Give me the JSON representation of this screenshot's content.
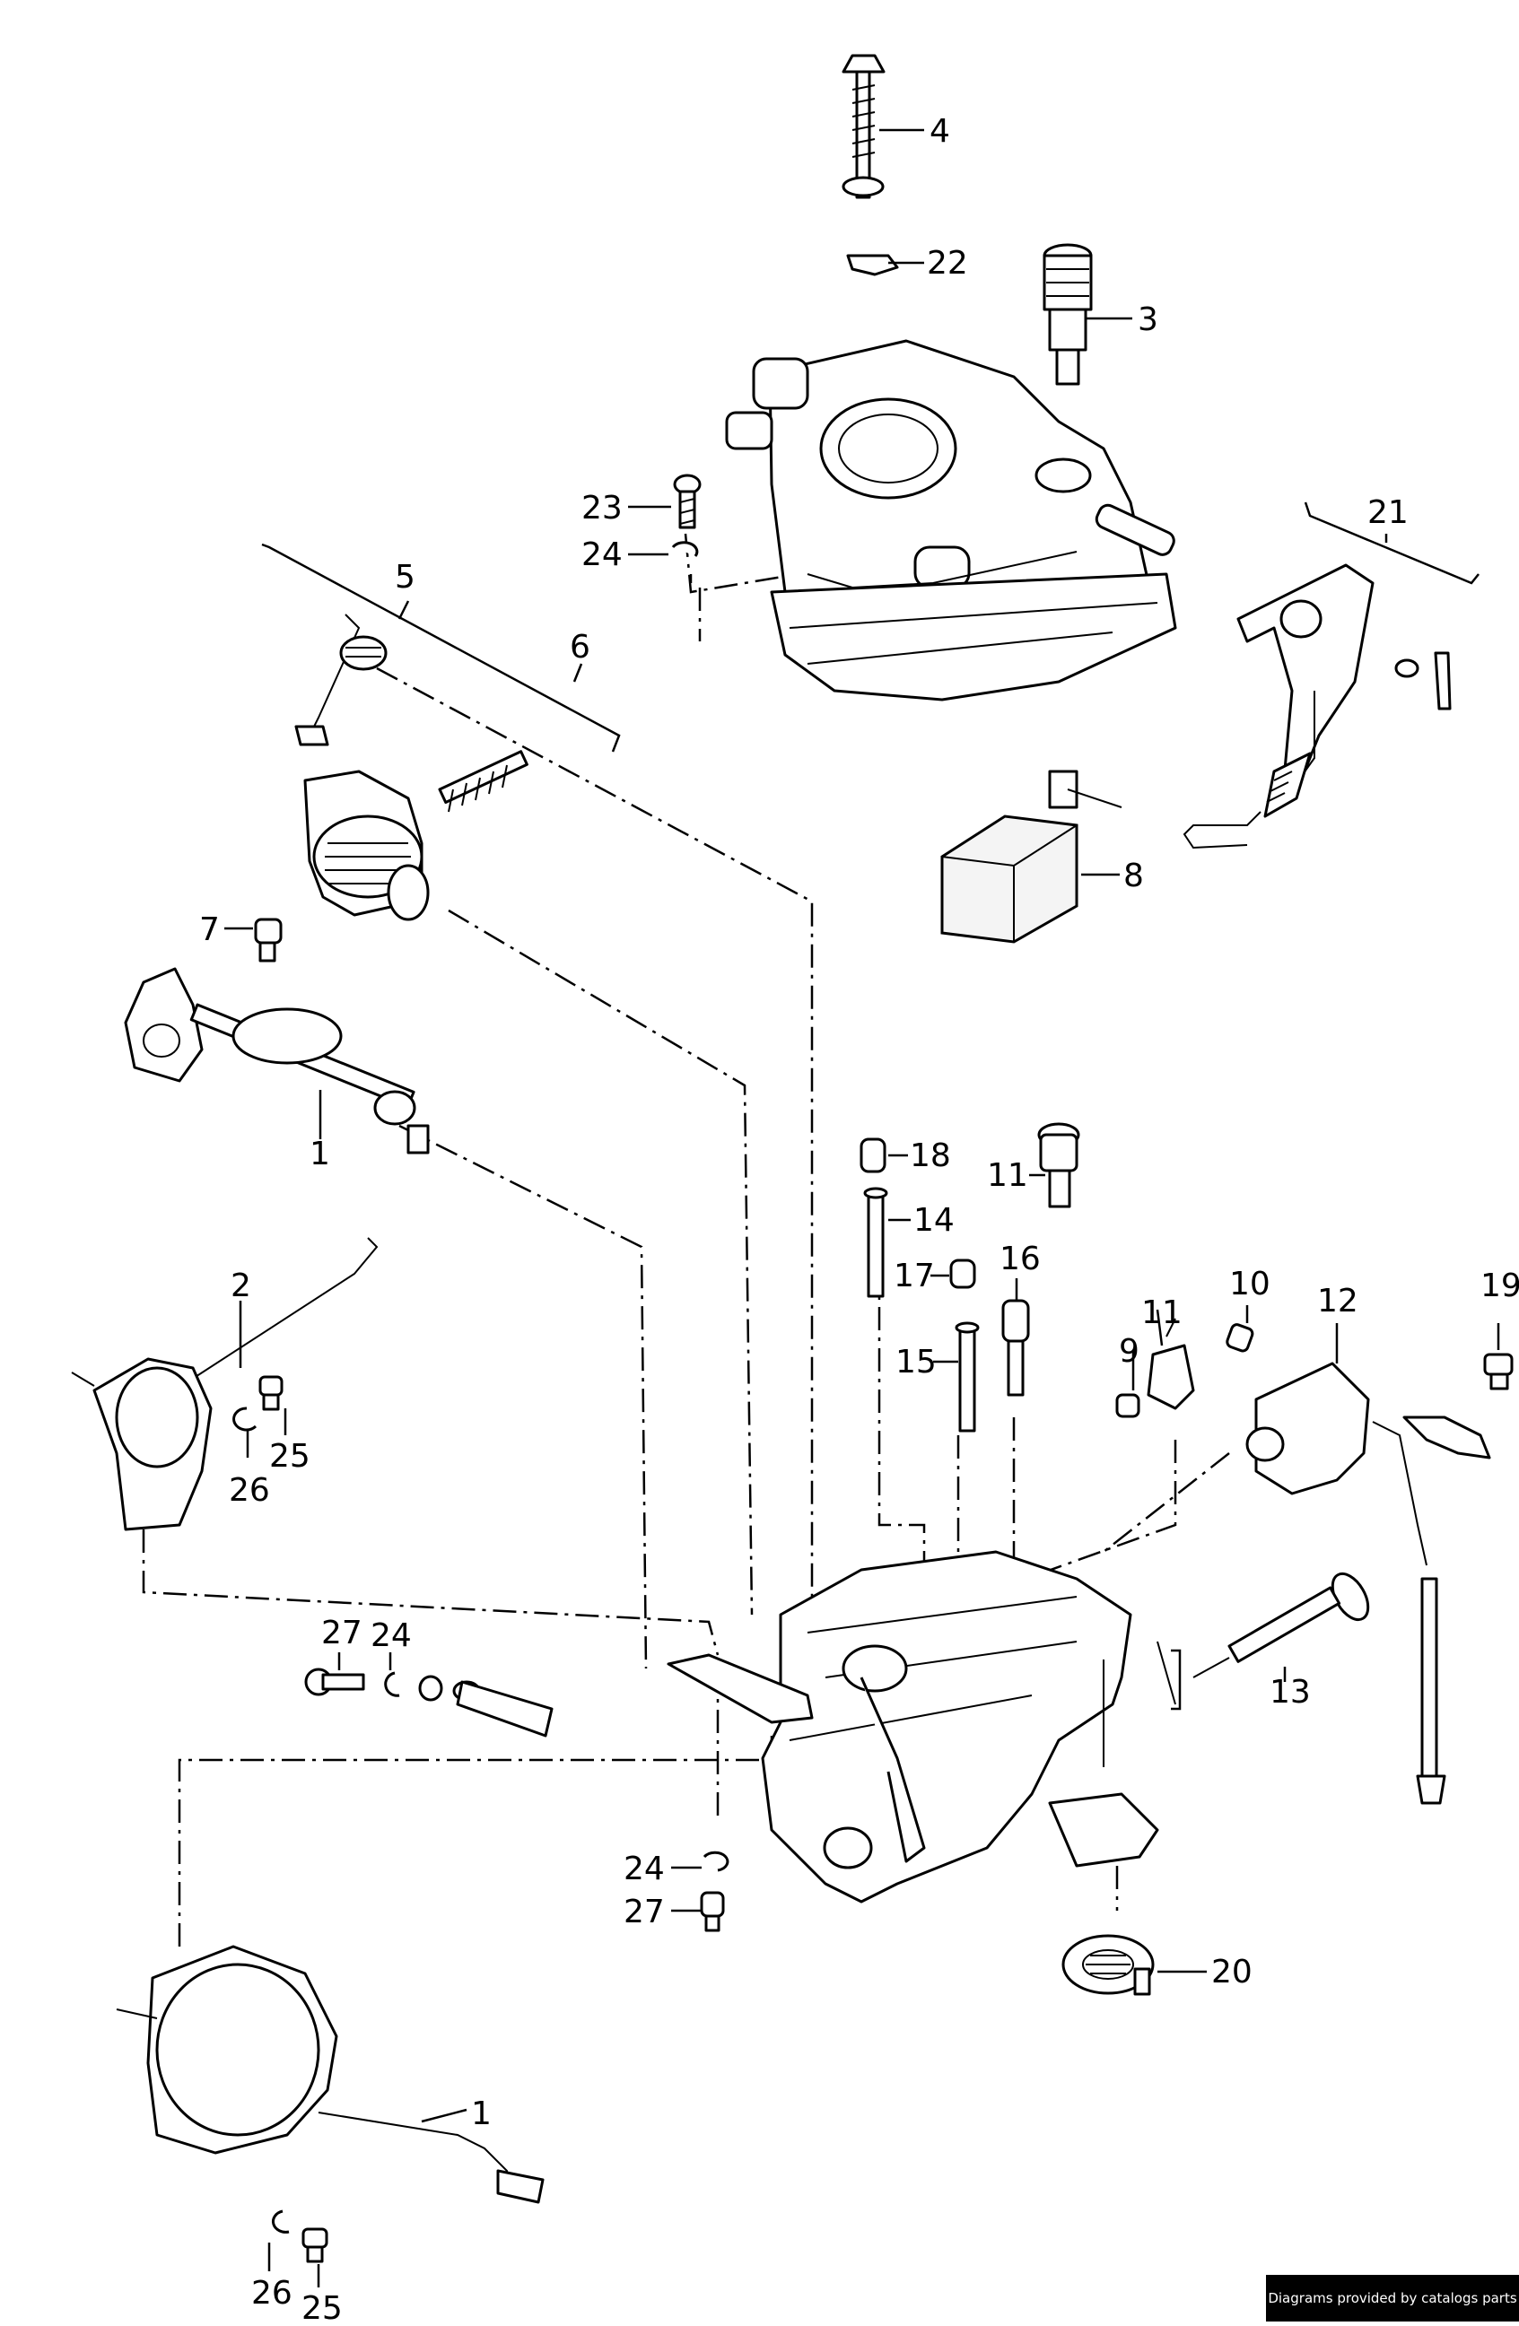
{
  "credit": "Diagrams provided by catalogs parts",
  "callouts": [
    {
      "id": "c4",
      "text": "4"
    },
    {
      "id": "c22",
      "text": "22"
    },
    {
      "id": "c3",
      "text": "3"
    },
    {
      "id": "c23",
      "text": "23"
    },
    {
      "id": "c24a",
      "text": "24"
    },
    {
      "id": "c21",
      "text": "21"
    },
    {
      "id": "c5",
      "text": "5"
    },
    {
      "id": "c6",
      "text": "6"
    },
    {
      "id": "c8",
      "text": "8"
    },
    {
      "id": "c7",
      "text": "7"
    },
    {
      "id": "c1a",
      "text": "1"
    },
    {
      "id": "c18",
      "text": "18"
    },
    {
      "id": "c11a",
      "text": "11"
    },
    {
      "id": "c14",
      "text": "14"
    },
    {
      "id": "c17",
      "text": "17"
    },
    {
      "id": "c16",
      "text": "16"
    },
    {
      "id": "c15",
      "text": "15"
    },
    {
      "id": "c10",
      "text": "10"
    },
    {
      "id": "c11b",
      "text": "11"
    },
    {
      "id": "c9",
      "text": "9"
    },
    {
      "id": "c12",
      "text": "12"
    },
    {
      "id": "c19",
      "text": "19"
    },
    {
      "id": "c2",
      "text": "2"
    },
    {
      "id": "c26a",
      "text": "26"
    },
    {
      "id": "c25a",
      "text": "25"
    },
    {
      "id": "c27a",
      "text": "27"
    },
    {
      "id": "c24b",
      "text": "24"
    },
    {
      "id": "c13",
      "text": "13"
    },
    {
      "id": "c24c",
      "text": "24"
    },
    {
      "id": "c27b",
      "text": "27"
    },
    {
      "id": "c20",
      "text": "20"
    },
    {
      "id": "c1b",
      "text": "1"
    },
    {
      "id": "c26b",
      "text": "26"
    },
    {
      "id": "c25b",
      "text": "25"
    }
  ]
}
